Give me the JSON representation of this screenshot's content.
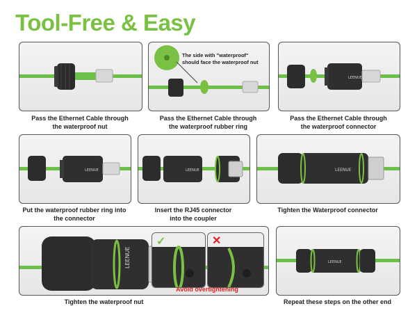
{
  "title": "Tool-Free & Easy",
  "colors": {
    "accent": "#7ac143",
    "cable": "#6cc04a",
    "connector": "#2a2a2a",
    "check": "#7ac143",
    "cross": "#e02020",
    "warning": "#e02020"
  },
  "steps": [
    {
      "caption_line1": "Pass the Ethernet Cable through",
      "caption_line2": "the waterproof nut"
    },
    {
      "caption_line1": "Pass the Ethernet Cable through",
      "caption_line2": "the waterproof rubber ring",
      "note_line1": "The side with \"waterproof\"",
      "note_line2": "should face the waterproof nut"
    },
    {
      "caption_line1": "Pass the Ethernet Cable through",
      "caption_line2": "the waterproof connector"
    },
    {
      "caption_line1": "Put the waterproof rubber ring into",
      "caption_line2": "the connector"
    },
    {
      "caption_line1": "Insert the RJ45 connector",
      "caption_line2": "into the coupler"
    },
    {
      "caption_line1": "Tighten the Waterproof connector"
    },
    {
      "caption_line1": "Tighten the waterproof nut",
      "warning": "Avoid overtightening"
    },
    {
      "caption_line1": "Repeat these steps on the other end"
    }
  ],
  "icons": {
    "correct": "check-icon",
    "wrong": "cross-icon"
  }
}
